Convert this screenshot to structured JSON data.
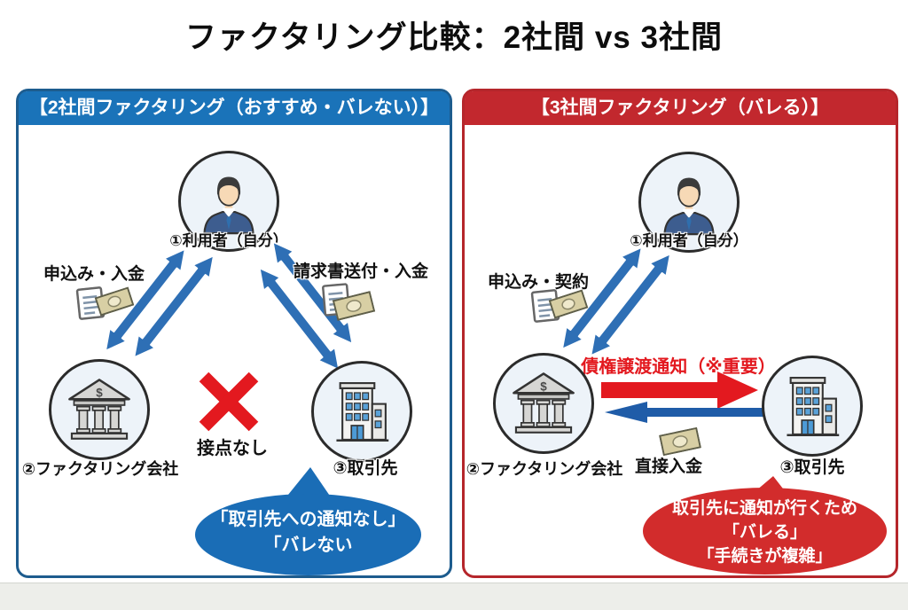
{
  "title": "ファクタリング比較：2社間 vs 3社間",
  "colors": {
    "blue_header": "#1a73b9",
    "blue_border": "#1d5c8e",
    "blue_bubble": "#1a6db6",
    "blue_arrow": "#2e6fb5",
    "red_header": "#c2282e",
    "red_border": "#b5262b",
    "red_bubble": "#d22c2c",
    "red_arrow": "#e3191f",
    "x_mark_red": "#e3191f"
  },
  "icons": {
    "user": "businessman-icon",
    "factoring_company": "bank-icon",
    "client": "office-building-icon",
    "document": "document-icon",
    "money": "money-bill-icon",
    "no_contact": "x-mark-icon",
    "flow": "double-arrow-icon",
    "bank_symbol": "$"
  },
  "left": {
    "header": "【2社間ファクタリング（おすすめ・バレない）】",
    "user": "①利用者（自分）",
    "factor": "②ファクタリング会社",
    "client": "③取引先",
    "arrow_apply": "申込み・入金",
    "arrow_invoice": "請求書送付・入金",
    "no_contact": "接点なし",
    "bubble": [
      "「取引先への通知なし」",
      "「バレない"
    ]
  },
  "right": {
    "header": "【3社間ファクタリング（バレる）】",
    "user": "①利用者（自分）",
    "factor": "②ファクタリング会社",
    "client": "③取引先",
    "arrow_apply": "申込み・契約",
    "notice": "債権譲渡通知（※重要）",
    "direct_payment": "直接入金",
    "bubble": [
      "取引先に通知が行くため",
      "「バレる」",
      "「手続きが複雑」"
    ]
  }
}
